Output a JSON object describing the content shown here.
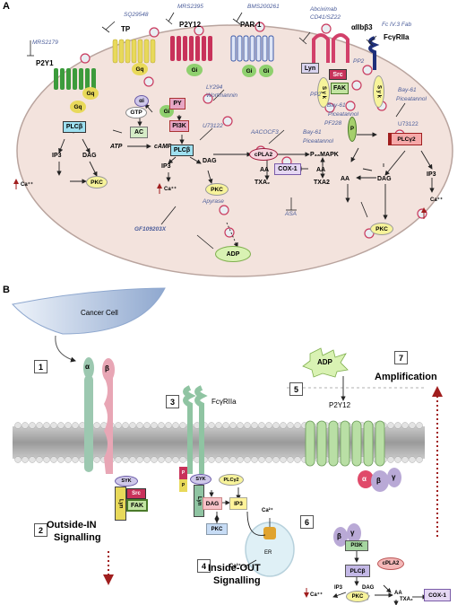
{
  "panel_a": {
    "label": "A",
    "receptors": {
      "p2y1": "P2Y1",
      "tp": "TP",
      "p2y12": "P2Y12",
      "par1": "PAR-1",
      "gp": "αIIbβ3",
      "fcr": "FcγRIIa"
    },
    "drugs": {
      "mrs2179": "MRS2179",
      "sq": "SQ29548",
      "mrs2395": "MRS2395",
      "bms": "BMS200261",
      "abci": "Abciximab",
      "cd41": "CD41/SZ22",
      "fcfab": "Fc IV.3 Fab",
      "pp2a": "PP2",
      "pp2b": "PP2",
      "ly": "LY294",
      "wort": "Wortmannin",
      "u1": "U73122",
      "u2": "U73122",
      "aacocf": "AACOCF3",
      "pf": "PF228",
      "bay1": "Bay-61",
      "pic1": "Piceatannol",
      "bay2": "Bay-61",
      "pic2": "Piceatannol",
      "bay3": "Bay-61",
      "pic3": "Piceatannol",
      "apyrase": "Apyrase",
      "gf": "GF109203X",
      "asa": "ASA"
    },
    "nodes": {
      "gq": "Gq",
      "gq2": "Gq",
      "gi": "Gi",
      "gi2": "Gi",
      "gi3": "Gi",
      "ai": "αi",
      "gtp": "GTP",
      "ac": "AC",
      "atp": "ATP",
      "camp": "cAMP",
      "plcb1": "PLCβ",
      "plcb2": "PLCβ",
      "pi3k": "PI3K",
      "py": "PY",
      "ip3a": "IP3",
      "ip3b": "IP3",
      "ip3c": "IP3",
      "daga": "DAG",
      "dagb": "DAG",
      "dagc": "DAG",
      "ca1": "Ca⁺⁺",
      "ca2": "Ca⁺⁺",
      "ca3": "Ca⁺⁺",
      "pkc1": "PKC",
      "pkc2": "PKC",
      "pkc3": "PKC",
      "aa1": "AA",
      "aa2": "AA",
      "aa3": "AA",
      "txa1": "TXA₂",
      "txa2": "TXA2",
      "cpla2": "cPLA2",
      "p38": "P₃₈MAPK",
      "cox1": "COX-1",
      "adp": "ADP",
      "lyn": "Lyn",
      "src": "Src",
      "syk1": "S y k",
      "syk2": "S y k",
      "fak": "FAK",
      "p": "P",
      "plcg2": "PLCγ2"
    }
  },
  "panel_b": {
    "label": "B",
    "cancer_cell": "Cancer Cell",
    "alpha": "α",
    "beta": "β",
    "gamma": "γ",
    "fcr": "FcγRIIa",
    "adp": "ADP",
    "p2y12": "P2Y12",
    "steps": [
      "1",
      "2",
      "3",
      "4",
      "5",
      "6",
      "7"
    ],
    "outside_in": "Outside-IN\nSignalling",
    "inside_out": "Inside-OUT\nSignalling",
    "amplification": "Amplification",
    "nodes": {
      "syk": "SYK",
      "lyn": "Lyn",
      "src": "Src",
      "fak": "FAK",
      "syk2": "SYK",
      "lyn2": "Lyn",
      "plcg2": "PLCγ2",
      "dag": "DAG",
      "ip3": "IP3",
      "pkc": "PKC",
      "ca": "Ca²⁺",
      "er": "ER",
      "pi3k": "PI3K",
      "plcb": "PLCβ",
      "cpla2": "cPLA2",
      "ip3b": "IP3",
      "dagb": "DAG",
      "aa": "AA",
      "cox1": "COX-1",
      "cab": "Ca⁺⁺",
      "pkcb": "PKC",
      "txa2": "TXA₂",
      "p1": "P",
      "p2": "P"
    }
  },
  "colors": {
    "cell": "#f3e3dd",
    "cell_border": "#b9a49e",
    "green": "#3c9b3c",
    "yellow": "#e8d95a",
    "red": "#c8325a",
    "blue": "#3d5aa8",
    "drug": "#4a5c9a"
  }
}
